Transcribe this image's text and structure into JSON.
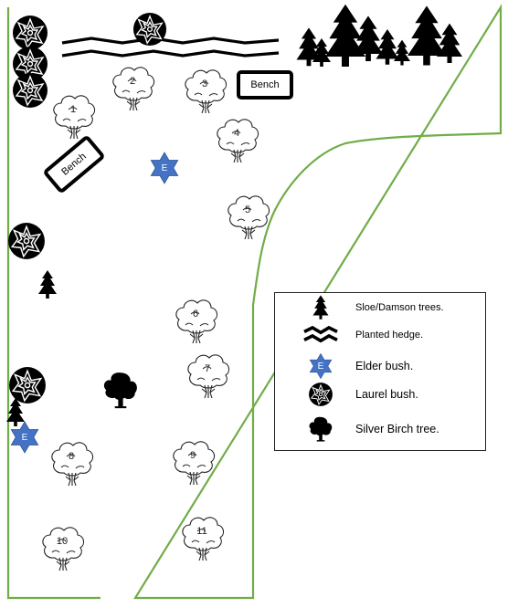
{
  "colors": {
    "boundary": "#70AD47",
    "elder": "#4472C4",
    "ink": "#000000"
  },
  "benches": [
    {
      "label": "Bench"
    },
    {
      "label": "Bench"
    }
  ],
  "numbered_trees": [
    "1",
    "2",
    "3",
    "4",
    "5",
    "6",
    "7",
    "8",
    "9",
    "10",
    "11"
  ],
  "elder_bushes": [
    "E",
    "E"
  ],
  "icons": {
    "sloe": "conifer-tree-icon",
    "hedge": "zigzag-hedge-icon",
    "elder": "six-point-star-icon",
    "laurel": "rosette-icon",
    "birch": "broadleaf-tree-icon"
  },
  "legend": {
    "items": [
      {
        "symbol": "sloe",
        "label": "Sloe/Damson trees."
      },
      {
        "symbol": "hedge",
        "label": "Planted hedge."
      },
      {
        "symbol": "elder",
        "label": "Elder bush.",
        "badge": "E"
      },
      {
        "symbol": "laurel",
        "label": "Laurel bush."
      },
      {
        "symbol": "birch",
        "label": "Silver Birch tree."
      }
    ]
  }
}
